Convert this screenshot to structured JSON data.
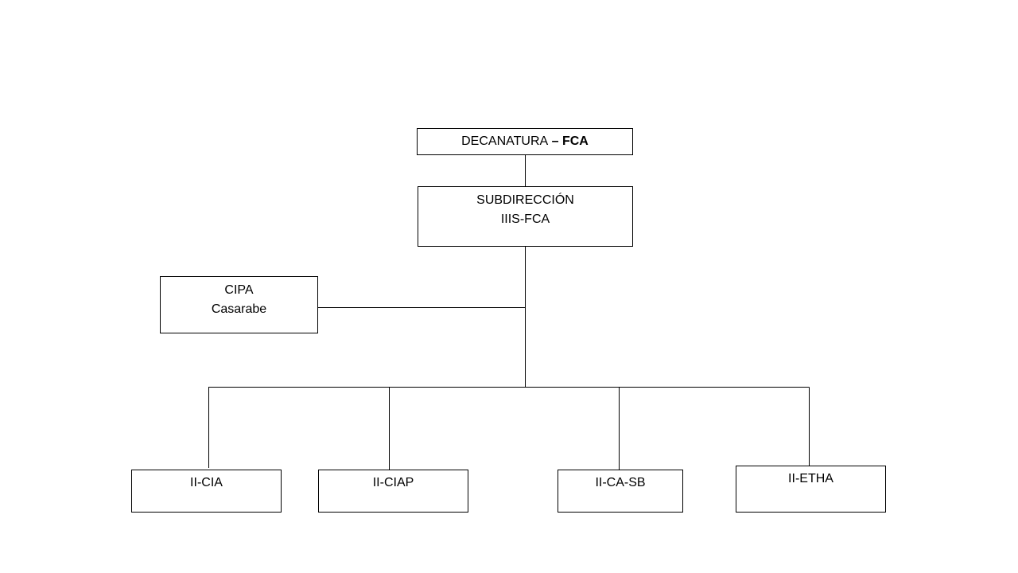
{
  "diagram": {
    "nodes": {
      "decanatura": {
        "label": "DECANATURA",
        "separator": " – ",
        "suffix": "FCA"
      },
      "subdireccion": {
        "line1": "SUBDIRECCIÓN",
        "line2": "IIIS-FCA"
      },
      "cipa": {
        "line1": "CIPA",
        "line2": "Casarabe"
      },
      "ii_cia": {
        "label": "II-CIA"
      },
      "ii_ciap": {
        "label": "II-CIAP"
      },
      "ii_ca_sb": {
        "label": "II-CA-SB"
      },
      "ii_etha": {
        "label": "II-ETHA"
      }
    },
    "edges": [
      {
        "from": "DECANATURA – FCA",
        "to": "SUBDIRECCIÓN IIIS-FCA"
      },
      {
        "from": "SUBDIRECCIÓN IIIS-FCA",
        "to": "CIPA Casarabe"
      },
      {
        "from": "SUBDIRECCIÓN IIIS-FCA",
        "to": "II-CIA"
      },
      {
        "from": "SUBDIRECCIÓN IIIS-FCA",
        "to": "II-CIAP"
      },
      {
        "from": "SUBDIRECCIÓN IIIS-FCA",
        "to": "II-CA-SB"
      },
      {
        "from": "SUBDIRECCIÓN IIIS-FCA",
        "to": "II-ETHA"
      }
    ]
  }
}
